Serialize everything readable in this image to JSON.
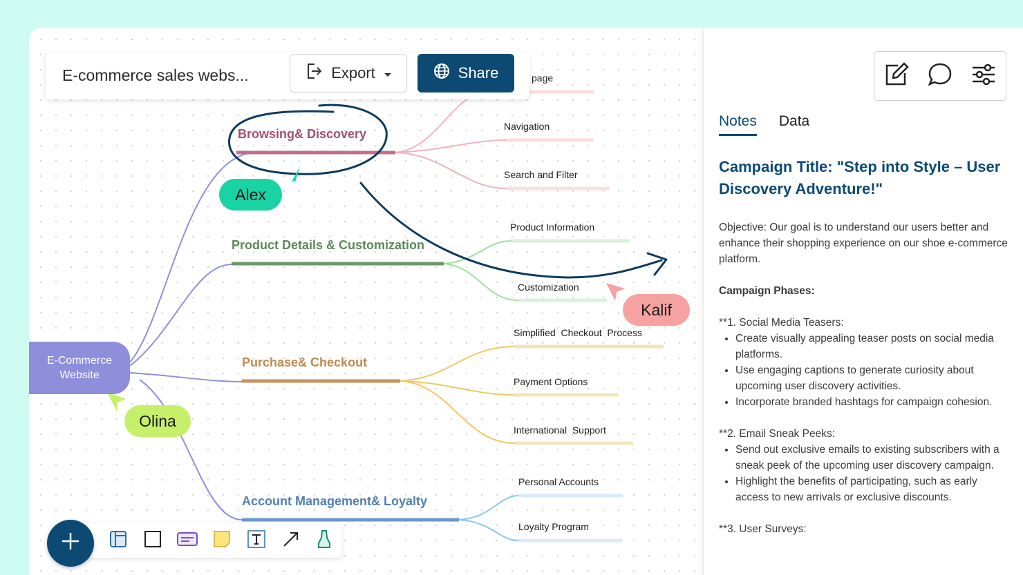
{
  "doc_title": "E-commerce sales webs...",
  "toolbar": {
    "export_label": "Export",
    "share_label": "Share"
  },
  "mindmap": {
    "root": "E-Commerce Website",
    "branches": [
      {
        "label": "Browsing& Discovery",
        "color": "#a14f6b",
        "leaves": [
          "page",
          "Navigation",
          "Search and Filter"
        ]
      },
      {
        "label": "Product Details & Customization",
        "color": "#5a8a57",
        "leaves": [
          "Product Information",
          "Customization"
        ]
      },
      {
        "label": "Purchase& Checkout",
        "color": "#bf8a4f",
        "leaves": [
          "Simplified  Checkout  Process",
          "Payment Options",
          "International  Support"
        ]
      },
      {
        "label": "Account Management& Loyalty",
        "color": "#4f7fb3",
        "leaves": [
          "Personal Accounts",
          "Loyalty Program"
        ]
      }
    ]
  },
  "cursors": [
    {
      "name": "Alex",
      "color": "#19d3a5"
    },
    {
      "name": "Kalif",
      "color": "#f7a2a2"
    },
    {
      "name": "Olina",
      "color": "#c6f06a"
    }
  ],
  "panel": {
    "tabs": [
      "Notes",
      "Data"
    ],
    "active_tab": "Notes",
    "notes": {
      "title": "Campaign Title: \"Step into Style – User Discovery Adventure!\"",
      "objective": "Objective: Our goal is to understand our users better and enhance their shopping experience on our shoe e-commerce platform.",
      "phases_heading": "Campaign Phases:",
      "phase1": "**1. Social Media Teasers:",
      "phase1_items": [
        "Create visually appealing teaser posts on social media platforms.",
        "Use engaging captions to generate curiosity about upcoming user discovery activities.",
        "Incorporate branded hashtags for campaign cohesion."
      ],
      "phase2": "**2. Email Sneak Peeks:",
      "phase2_items": [
        "Send out exclusive emails to existing subscribers with a sneak peek of the upcoming user discovery campaign.",
        "Highlight the benefits of participating, such as early access to new arrivals or exclusive discounts."
      ],
      "phase3": "**3. User Surveys:"
    }
  }
}
